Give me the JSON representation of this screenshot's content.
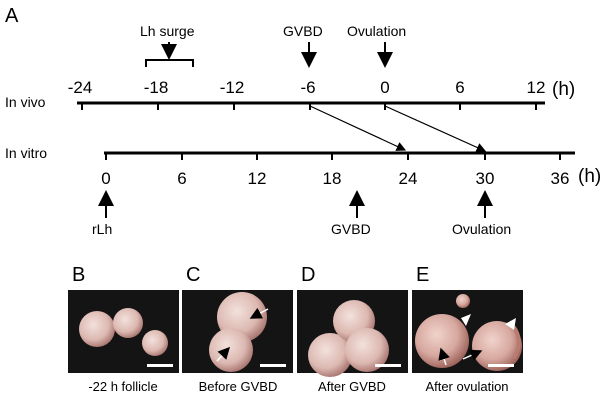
{
  "panel_a": {
    "label": "A",
    "in_vivo": {
      "row_label": "In vivo",
      "unit": "(h)",
      "ticks": [
        "-24",
        "-18",
        "-12",
        "-6",
        "0",
        "6",
        "12"
      ],
      "events": {
        "lh_surge": "Lh surge",
        "gvbd": "GVBD",
        "ovulation": "Ovulation"
      }
    },
    "in_vitro": {
      "row_label": "In vitro",
      "unit": "(h)",
      "ticks": [
        "0",
        "6",
        "12",
        "18",
        "24",
        "30",
        "36"
      ],
      "events": {
        "rlh": "rLh",
        "gvbd": "GVBD",
        "ovulation": "Ovulation"
      }
    }
  },
  "photo_panels": [
    {
      "label": "B",
      "caption": "-22 h follicle"
    },
    {
      "label": "C",
      "caption": "Before GVBD"
    },
    {
      "label": "D",
      "caption": "After GVBD"
    },
    {
      "label": "E",
      "caption": "After ovulation"
    }
  ],
  "colors": {
    "photo_background": "#141414",
    "oocyte_fill": "#e4c8c2",
    "oocyte_rim": "#a7746e",
    "scale_bar": "#ffffff"
  }
}
